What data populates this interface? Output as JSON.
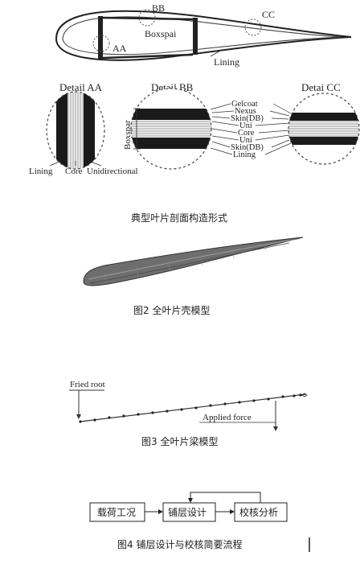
{
  "fig1": {
    "labels": {
      "bb": "BB",
      "cc": "CC",
      "boxspar": "Boxspai",
      "aa": "AA",
      "lining": "Lining"
    },
    "details": {
      "aa_title": "Detail AA",
      "bb_title": "Detail BB",
      "cc_title": "Detai CC",
      "boxspar_vertical": "Boxspar",
      "aa_lining": "Lining",
      "aa_core": "Core",
      "aa_unidirectional": "Unidirectional"
    },
    "layers": [
      "Gelcoat",
      "Nexus",
      "Skin(DB)",
      "Uni",
      "Core",
      "Uni",
      "Skin(DB)",
      "Lining"
    ],
    "caption": "典型叶片剖面构造形式"
  },
  "fig2": {
    "caption": "图2   全叶片壳模型"
  },
  "fig3": {
    "fixed_root": "Fried root",
    "applied_force": "Applied force",
    "caption": "图3   全叶片梁模型"
  },
  "fig4": {
    "steps": [
      "载荷工况",
      "铺层设计",
      "校核分析"
    ],
    "caption": "图4   铺层设计与校核简要流程"
  }
}
